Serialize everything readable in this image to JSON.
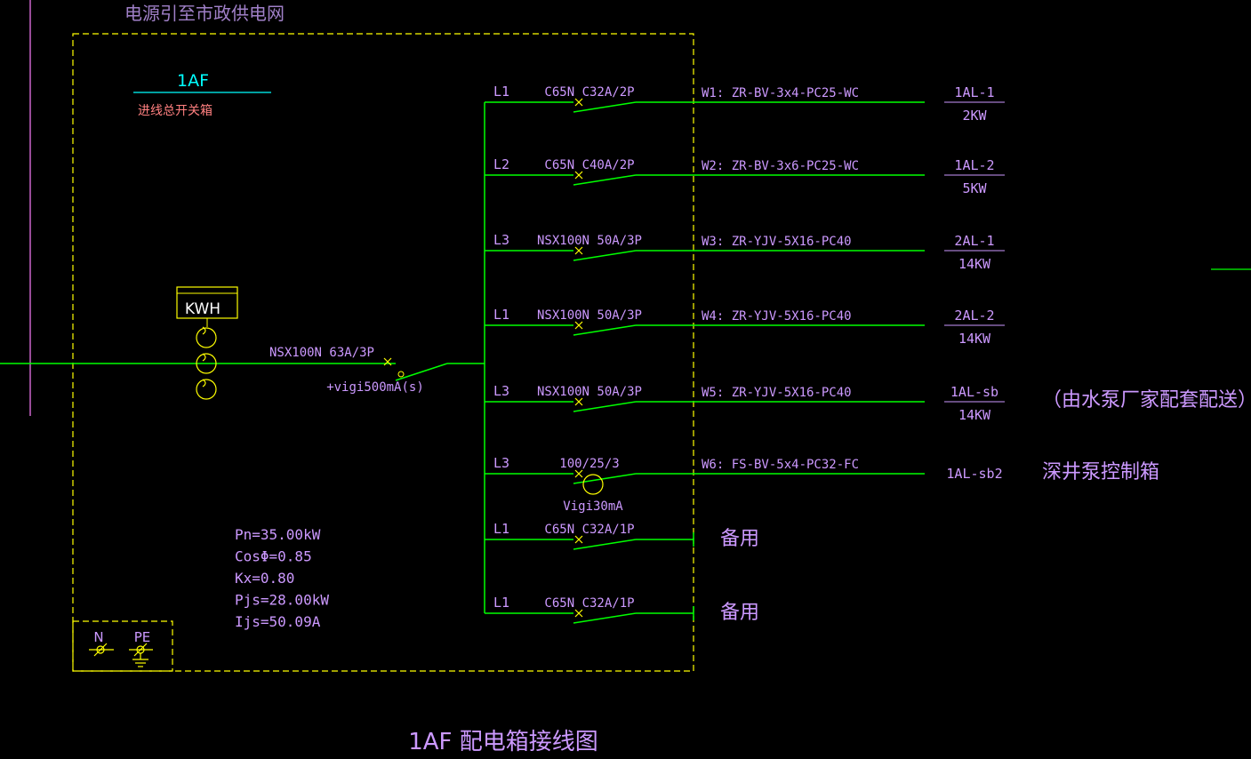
{
  "diagram": {
    "header_note": "电源引至市政供电网",
    "box_id": "1AF",
    "box_subtitle": "进线总开关箱",
    "meter_label": "KWH",
    "main_breaker": "NSX100N 63A/3P",
    "main_rcd": "+vigi500mA(s)",
    "summary": [
      "Pn=35.00kW",
      "CosΦ=0.85",
      "Kx=0.80",
      "Pjs=28.00kW",
      "Ijs=50.09A"
    ],
    "terminals": {
      "n": "N",
      "pe": "PE"
    },
    "title": "1AF  配电箱接线图",
    "circuits": [
      {
        "phase": "L1",
        "breaker": "C65N C32A/2P",
        "cable": "W1:  ZR-BV-3x4-PC25-WC",
        "load_id": "1AL-1",
        "load_power": "2KW",
        "remark": ""
      },
      {
        "phase": "L2",
        "breaker": "C65N C40A/2P",
        "cable": "W2:  ZR-BV-3x6-PC25-WC",
        "load_id": "1AL-2",
        "load_power": "5KW",
        "remark": ""
      },
      {
        "phase": "L3",
        "breaker": "NSX100N 50A/3P",
        "cable": "W3:  ZR-YJV-5X16-PC40",
        "load_id": "2AL-1",
        "load_power": "14KW",
        "remark": ""
      },
      {
        "phase": "L1",
        "breaker": "NSX100N 50A/3P",
        "cable": "W4:  ZR-YJV-5X16-PC40",
        "load_id": "2AL-2",
        "load_power": "14KW",
        "remark": ""
      },
      {
        "phase": "L3",
        "breaker": "NSX100N 50A/3P",
        "cable": "W5:  ZR-YJV-5X16-PC40",
        "load_id": "1AL-sb",
        "load_power": "14KW",
        "remark": "（由水泵厂家配套配送）"
      },
      {
        "phase": "L3",
        "breaker": "100/25/3",
        "rcd": "Vigi30mA",
        "cable": "W6: FS-BV-5x4-PC32-FC",
        "load_id": "1AL-sb2",
        "load_power": "",
        "remark": "深井泵控制箱"
      },
      {
        "phase": "L1",
        "breaker": "C65N C32A/1P",
        "cable": "",
        "load_id": "",
        "load_power": "",
        "remark": "备用"
      },
      {
        "phase": "L1",
        "breaker": "C65N C32A/1P",
        "cable": "",
        "load_id": "",
        "load_power": "",
        "remark": "备用"
      }
    ]
  },
  "colors": {
    "background": "#000000",
    "wire": "#00ff00",
    "box_border": "#ffff00",
    "text": "#cc99ff",
    "cyan": "#00ffff",
    "yellow": "#ffff00",
    "magenta": "#ff66ff"
  }
}
